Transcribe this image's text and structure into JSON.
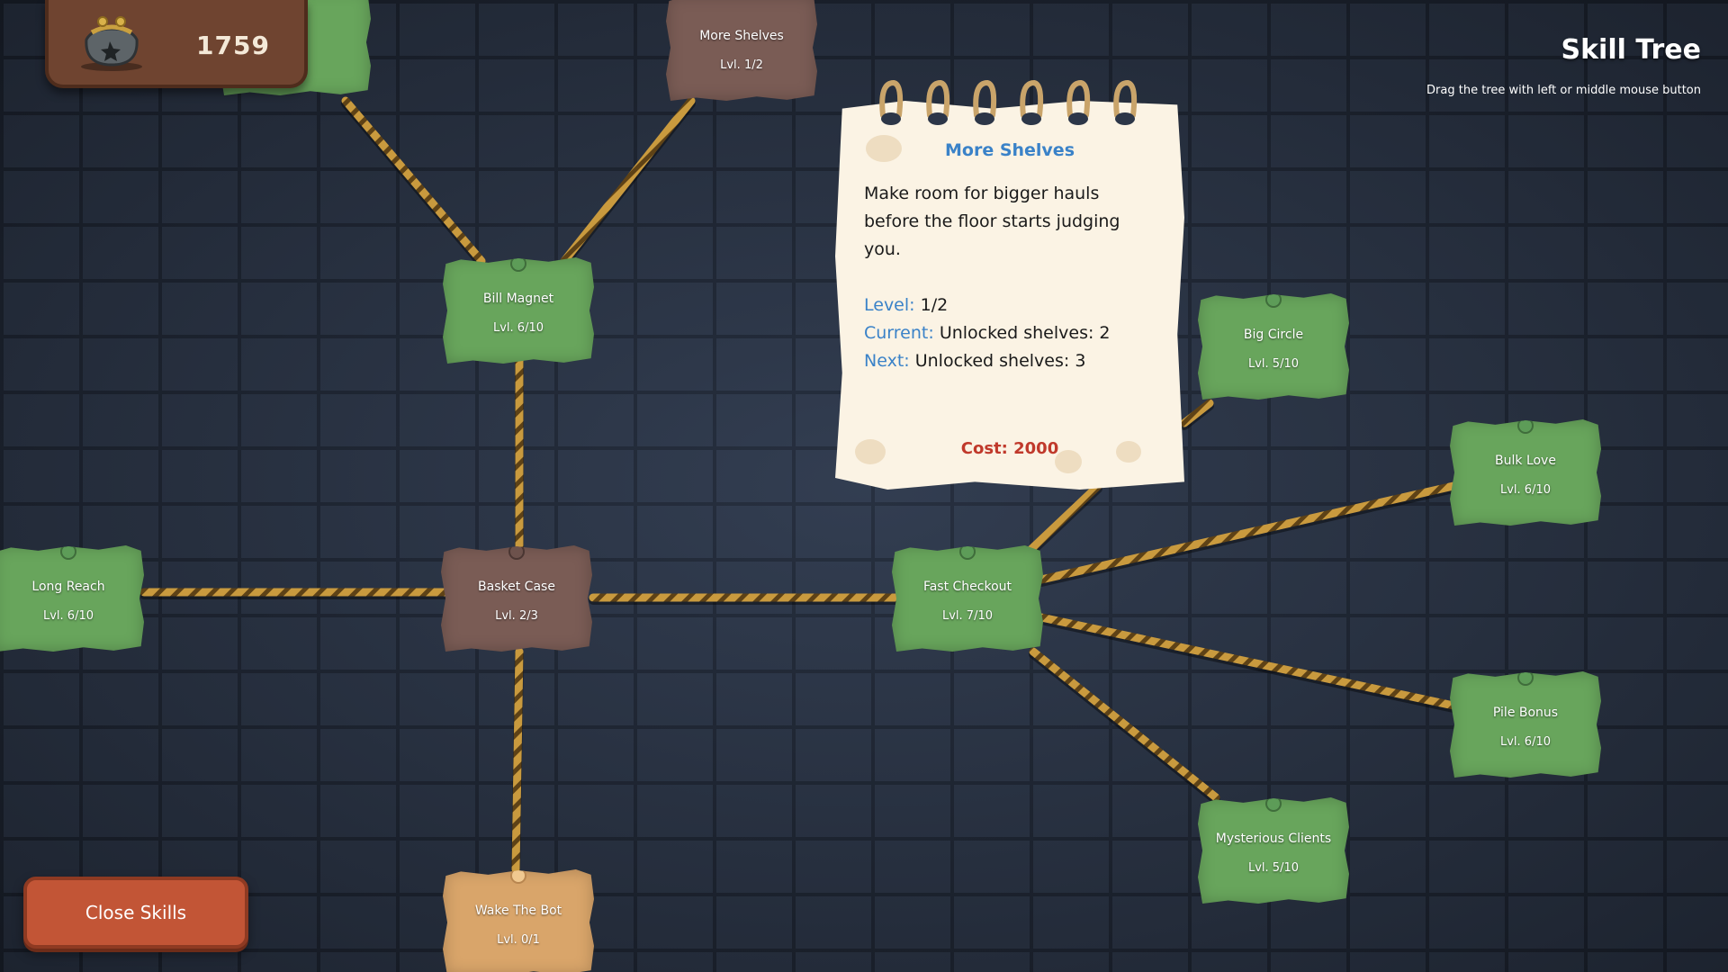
{
  "currency": {
    "amount": "1759",
    "icon": "coin-purse-icon"
  },
  "header": {
    "title": "Skill Tree",
    "hint": "Drag the tree with left or middle mouse button"
  },
  "skills": [
    {
      "id": "top-left",
      "name": "",
      "level": "",
      "state": "unlocked",
      "icon": "pin-icon"
    },
    {
      "id": "more-shelves",
      "name": "More Shelves",
      "level": "Lvl. 1/2",
      "state": "partial",
      "icon": "pin-icon"
    },
    {
      "id": "bill-magnet",
      "name": "Bill Magnet",
      "level": "Lvl. 6/10",
      "state": "unlocked",
      "icon": "pin-icon"
    },
    {
      "id": "big-circle",
      "name": "Big Circle",
      "level": "Lvl. 5/10",
      "state": "unlocked",
      "icon": "pin-icon"
    },
    {
      "id": "bulk-love",
      "name": "Bulk Love",
      "level": "Lvl. 6/10",
      "state": "unlocked",
      "icon": "pin-icon"
    },
    {
      "id": "long-reach",
      "name": "Long Reach",
      "level": "Lvl. 6/10",
      "state": "unlocked",
      "icon": "pin-icon"
    },
    {
      "id": "basket-case",
      "name": "Basket Case",
      "level": "Lvl. 2/3",
      "state": "partial",
      "icon": "pin-icon"
    },
    {
      "id": "fast-checkout",
      "name": "Fast Checkout",
      "level": "Lvl. 7/10",
      "state": "unlocked",
      "icon": "pin-icon"
    },
    {
      "id": "pile-bonus",
      "name": "Pile Bonus",
      "level": "Lvl. 6/10",
      "state": "unlocked",
      "icon": "pin-icon"
    },
    {
      "id": "mysterious-clients",
      "name": "Mysterious Clients",
      "level": "Lvl. 5/10",
      "state": "unlocked",
      "icon": "pin-icon"
    },
    {
      "id": "wake-the-bot",
      "name": "Wake The Bot",
      "level": "Lvl. 0/1",
      "state": "locked",
      "icon": "pin-icon"
    }
  ],
  "tooltip": {
    "name": "More Shelves",
    "description": "Make room for bigger hauls before the floor starts judging you.",
    "level_label": "Level:",
    "level_value": "1/2",
    "current_label": "Current:",
    "current_value": "Unlocked shelves: 2",
    "next_label": "Next:",
    "next_value": "Unlocked shelves: 3",
    "cost": "Cost: 2000",
    "icon": "spiral-binding-icon"
  },
  "buttons": {
    "close_label": "Close Skills"
  },
  "colors": {
    "unlocked": "#68a55c",
    "partial": "#7a5c55",
    "locked": "#d9a56a",
    "accent_blue": "#3a82c8",
    "cost_red": "#c0392b",
    "button": "#c25536"
  }
}
